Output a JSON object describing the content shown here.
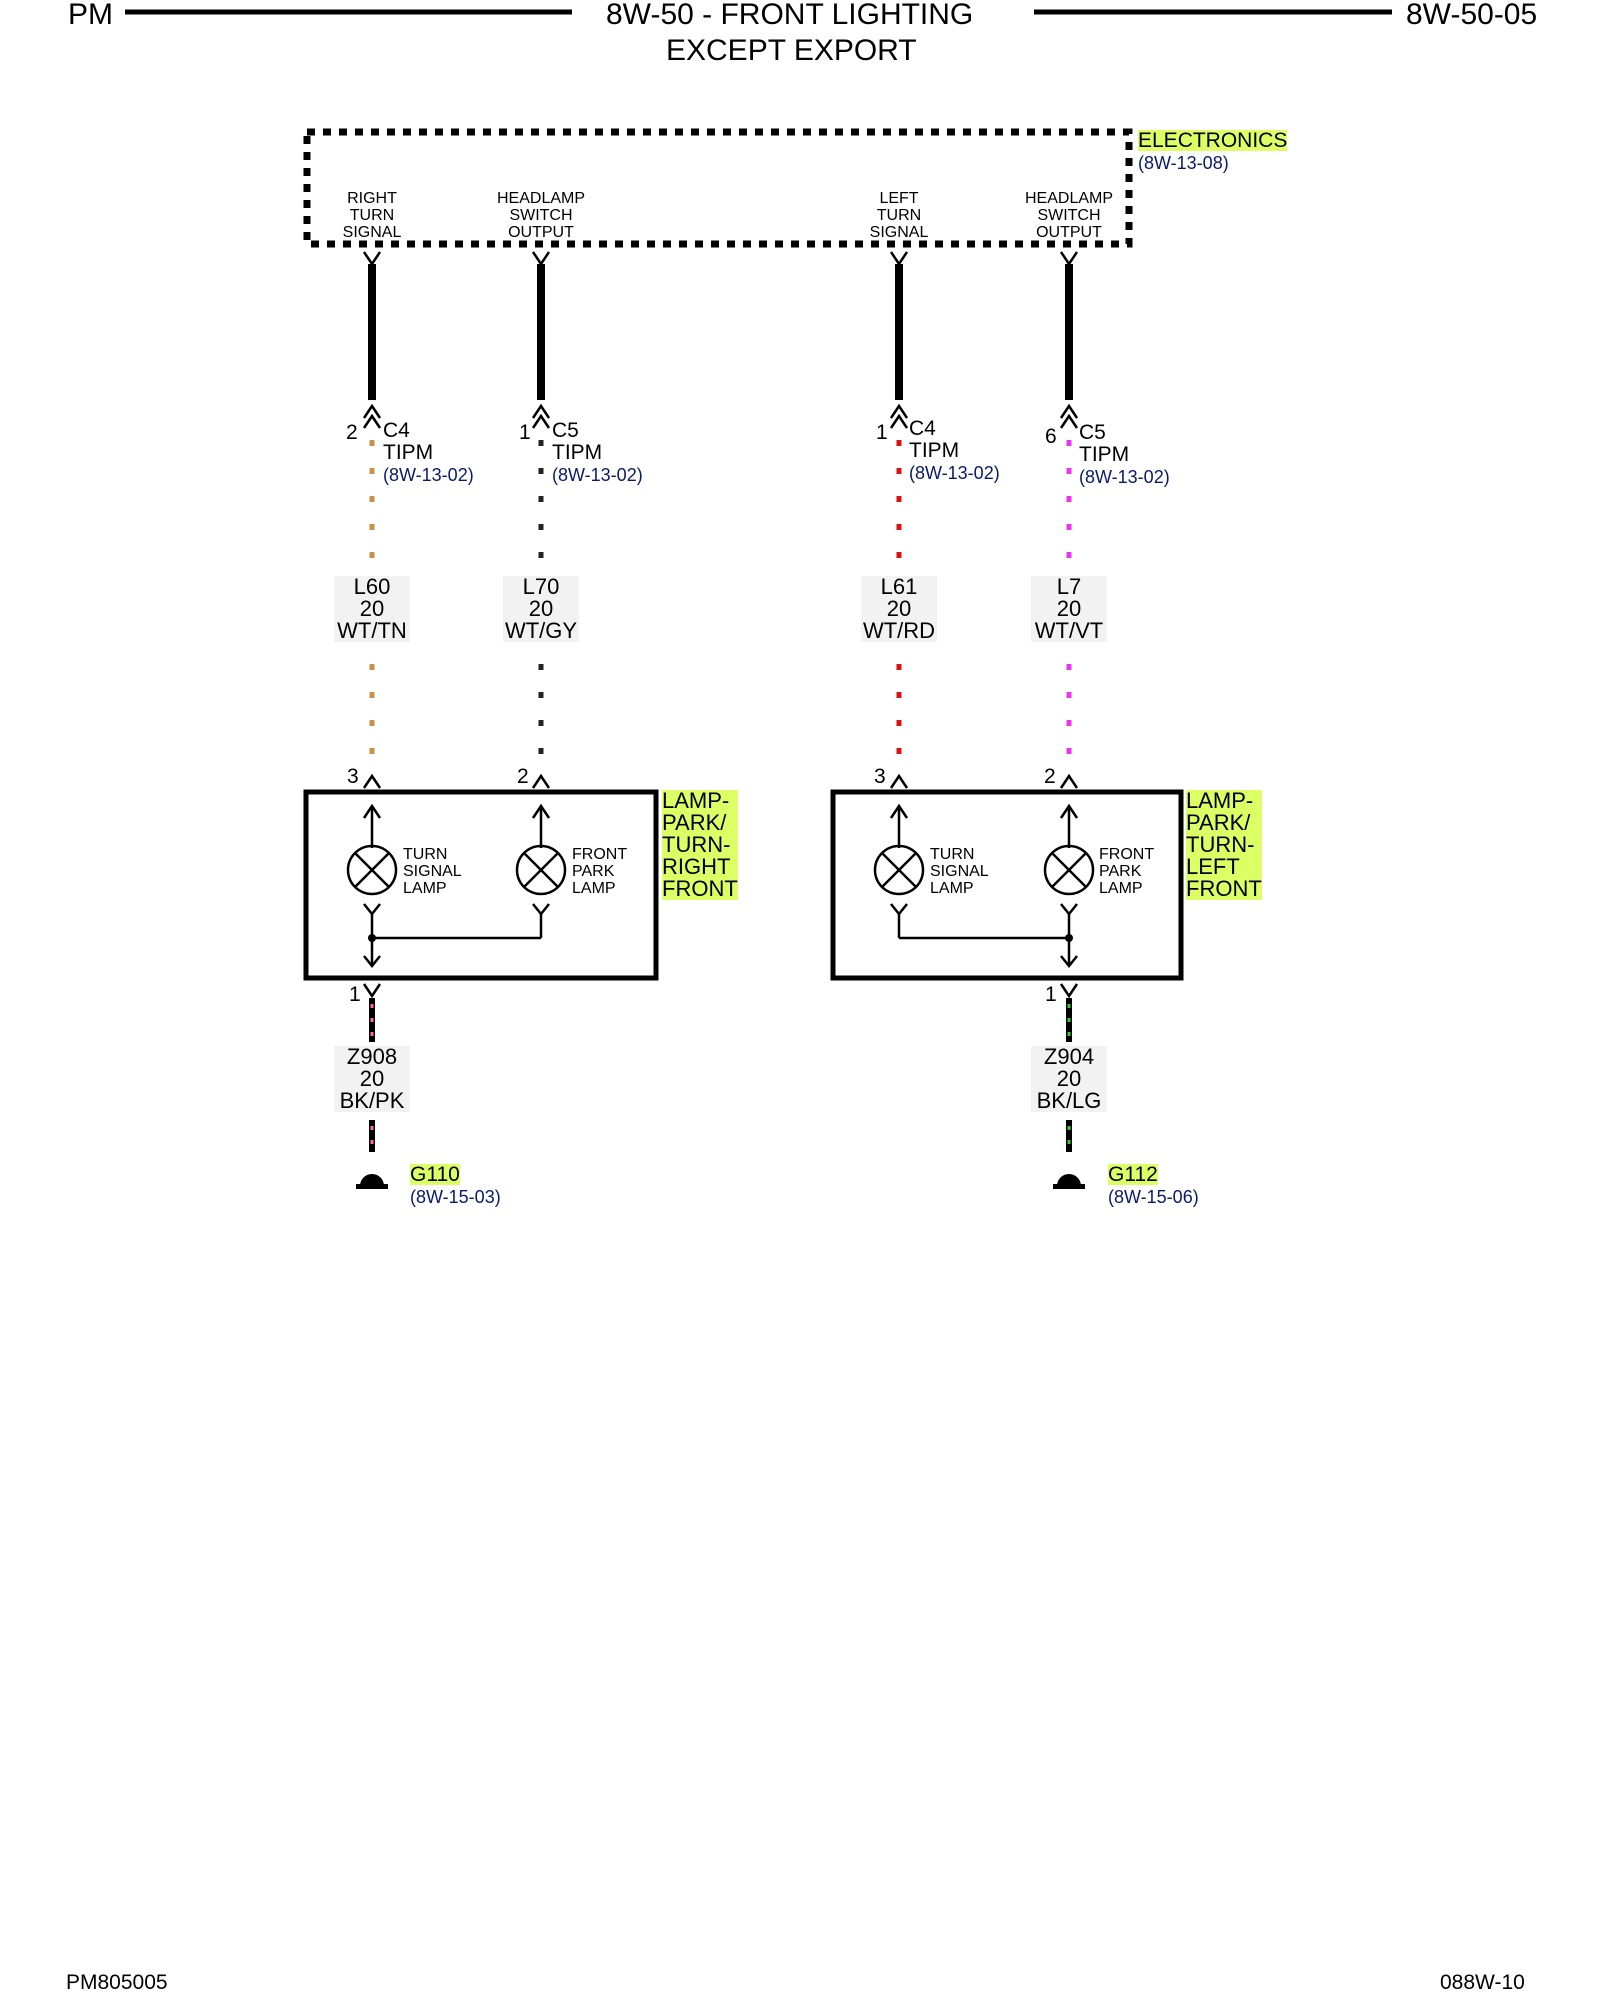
{
  "header": {
    "left": "PM",
    "title_line1": "8W-50 - FRONT LIGHTING",
    "title_line2": "EXCEPT EXPORT",
    "right": "8W-50-05"
  },
  "footer": {
    "left": "PM805005",
    "right": "088W-10"
  },
  "module": {
    "name": "ELECTRONICS",
    "ref": "(8W-13-08)",
    "pins": [
      [
        "RIGHT",
        "TURN",
        "SIGNAL"
      ],
      [
        "HEADLAMP",
        "SWITCH",
        "OUTPUT"
      ],
      [
        "LEFT",
        "TURN",
        "SIGNAL"
      ],
      [
        "HEADLAMP",
        "SWITCH",
        "OUTPUT"
      ]
    ]
  },
  "connectors": [
    {
      "pin": "2",
      "name": "C4",
      "device": "TIPM",
      "ref": "(8W-13-02)"
    },
    {
      "pin": "1",
      "name": "C5",
      "device": "TIPM",
      "ref": "(8W-13-02)"
    },
    {
      "pin": "1",
      "name": "C4",
      "device": "TIPM",
      "ref": "(8W-13-02)"
    },
    {
      "pin": "6",
      "name": "C5",
      "device": "TIPM",
      "ref": "(8W-13-02)"
    }
  ],
  "wires": [
    {
      "circuit": "L60",
      "gauge": "20",
      "color": "WT/TN",
      "hex": "#c8924a"
    },
    {
      "circuit": "L70",
      "gauge": "20",
      "color": "WT/GY",
      "hex": "#222222"
    },
    {
      "circuit": "L61",
      "gauge": "20",
      "color": "WT/RD",
      "hex": "#dd1111"
    },
    {
      "circuit": "L7",
      "gauge": "20",
      "color": "WT/VT",
      "hex": "#ee33ee"
    }
  ],
  "lamps": [
    {
      "label": [
        "LAMP-",
        "PARK/",
        "TURN-",
        "RIGHT",
        "FRONT"
      ],
      "pin_turn": "3",
      "pin_park": "2",
      "pin_ground": "1",
      "turn_lamp": [
        "TURN",
        "SIGNAL",
        "LAMP"
      ],
      "park_lamp": [
        "FRONT",
        "PARK",
        "LAMP"
      ]
    },
    {
      "label": [
        "LAMP-",
        "PARK/",
        "TURN-",
        "LEFT",
        "FRONT"
      ],
      "pin_turn": "3",
      "pin_park": "2",
      "pin_ground": "1",
      "turn_lamp": [
        "TURN",
        "SIGNAL",
        "LAMP"
      ],
      "park_lamp": [
        "FRONT",
        "PARK",
        "LAMP"
      ]
    }
  ],
  "ground_wires": [
    {
      "circuit": "Z908",
      "gauge": "20",
      "color": "BK/PK",
      "hex": "#ff6699"
    },
    {
      "circuit": "Z904",
      "gauge": "20",
      "color": "BK/LG",
      "hex": "#33cc33"
    }
  ],
  "grounds": [
    {
      "name": "G110",
      "ref": "(8W-15-03)"
    },
    {
      "name": "G112",
      "ref": "(8W-15-06)"
    }
  ]
}
